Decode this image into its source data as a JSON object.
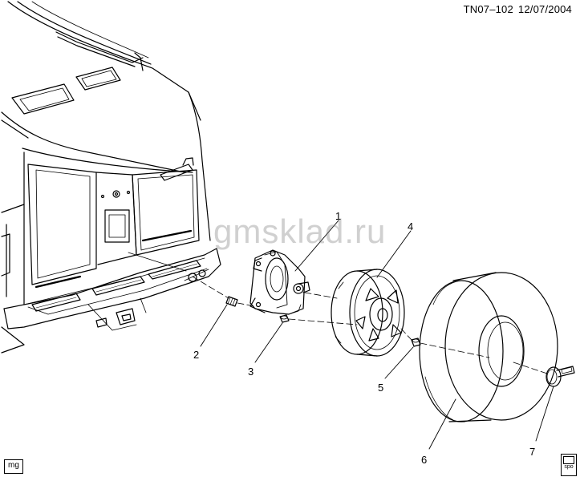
{
  "header": {
    "drawing_code": "TN07–102",
    "date": "12/07/2004"
  },
  "watermark": "gmsklad.ru",
  "footer": {
    "mg_tag": "mg",
    "logo_text": "spo"
  },
  "callouts": [
    {
      "id": "1"
    },
    {
      "id": "2"
    },
    {
      "id": "3"
    },
    {
      "id": "4"
    },
    {
      "id": "5"
    },
    {
      "id": "6"
    },
    {
      "id": "7"
    }
  ]
}
